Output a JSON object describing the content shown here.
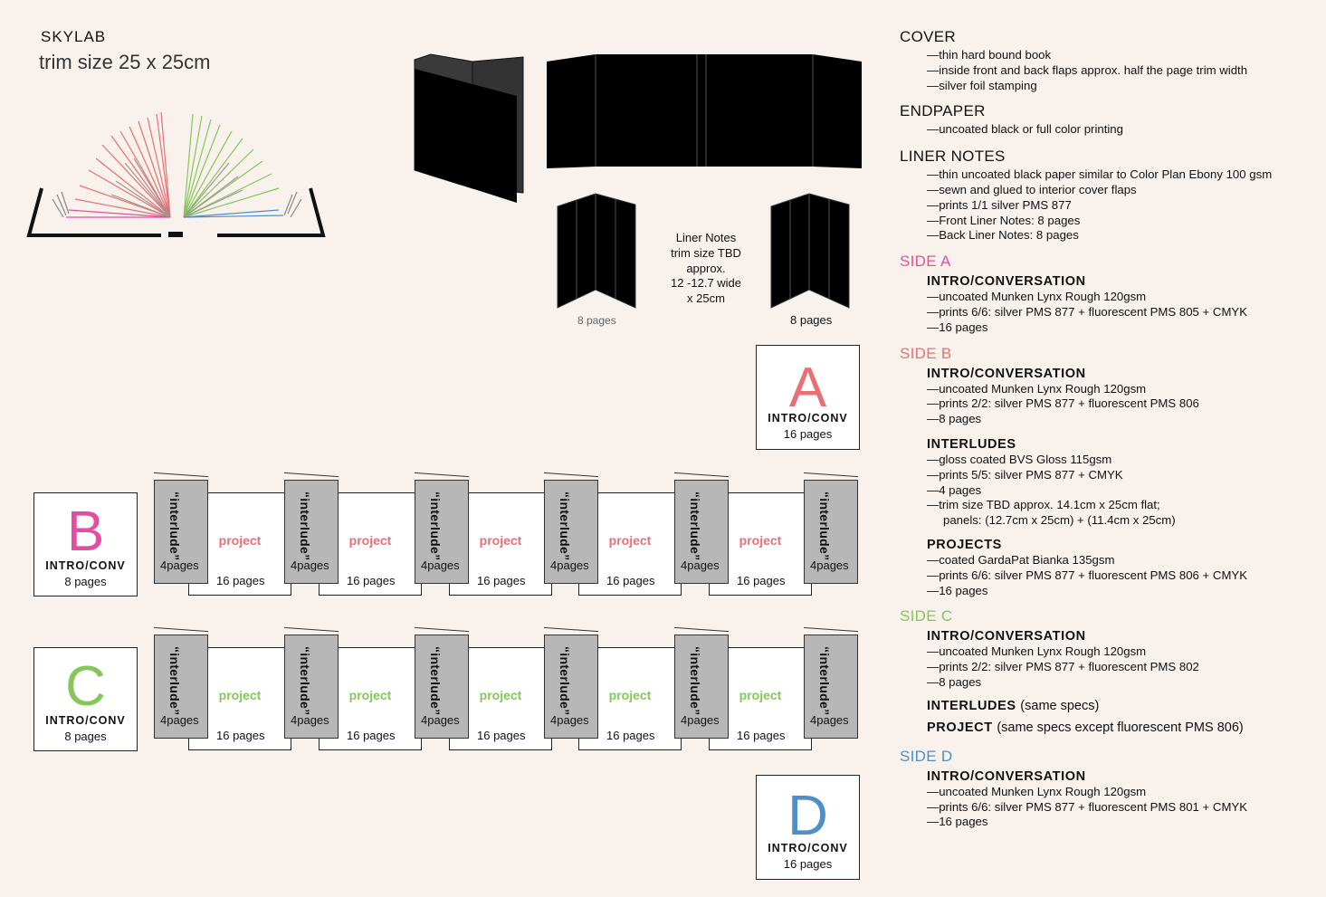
{
  "header": {
    "title": "SKYLAB",
    "subtitle": "trim size 25 x 25cm"
  },
  "colors": {
    "side_a": "#e54e9e",
    "side_b": "#e86f72",
    "side_c": "#86c65a",
    "side_d": "#4f8fc7",
    "interlude_gray": "#b7b7b7"
  },
  "liner": {
    "left_pages": "8 pages",
    "right_pages": "8 pages",
    "note_lines": [
      "Liner Notes",
      "trim size TBD",
      "approx.",
      "12 -12.7 wide",
      "x 25cm"
    ]
  },
  "side_a_box": {
    "letter": "A",
    "label": "INTRO/CONV",
    "pages": "16 pages"
  },
  "side_b_box": {
    "letter": "B",
    "label": "INTRO/CONV",
    "pages": "8 pages"
  },
  "side_c_box": {
    "letter": "C",
    "label": "INTRO/CONV",
    "pages": "8 pages"
  },
  "side_d_box": {
    "letter": "D",
    "label": "INTRO/CONV",
    "pages": "16 pages"
  },
  "interlude": {
    "label": "“interlude”",
    "pages": "4pages"
  },
  "project": {
    "label": "project",
    "pages": "16 pages"
  },
  "specs": {
    "cover": {
      "heading": "COVER",
      "items": [
        "thin hard bound book",
        "inside front and back flaps approx. half the page trim width",
        "silver foil stamping"
      ]
    },
    "endpaper": {
      "heading": "ENDPAPER",
      "items": [
        "uncoated black or full color printing"
      ]
    },
    "liner_notes": {
      "heading": "LINER NOTES",
      "items": [
        "thin uncoated black paper similar to Color Plan Ebony 100 gsm",
        "sewn and glued to interior cover flaps",
        "prints 1/1 silver PMS 877",
        "Front Liner Notes: 8 pages",
        "Back Liner Notes: 8 pages"
      ]
    },
    "side_a": {
      "heading": "SIDE A",
      "sub": "INTRO/CONVERSATION",
      "items": [
        "uncoated Munken Lynx Rough 120gsm",
        "prints 6/6: silver PMS 877 + fluorescent PMS 805 + CMYK",
        "16 pages"
      ]
    },
    "side_b": {
      "heading": "SIDE B",
      "sub": "INTRO/CONVERSATION",
      "items": [
        "uncoated Munken Lynx Rough 120gsm",
        "prints 2/2: silver PMS 877 + fluorescent PMS 806",
        "8 pages"
      ],
      "interludes_sub": "INTERLUDES",
      "interludes_items": [
        "gloss coated BVS Gloss 115gsm",
        "prints 5/5: silver PMS 877 + CMYK",
        "4 pages",
        "trim size TBD approx. 14.1cm x 25cm flat;"
      ],
      "interludes_cont": "panels: (12.7cm x 25cm) + (11.4cm x 25cm)",
      "projects_sub": "PROJECTS",
      "projects_items": [
        "coated GardaPat Bianka 135gsm",
        "prints 6/6: silver PMS 877 + fluorescent PMS 806 + CMYK",
        "16 pages"
      ]
    },
    "side_c": {
      "heading": "SIDE C",
      "sub": "INTRO/CONVERSATION",
      "items": [
        "uncoated Munken Lynx Rough 120gsm",
        "prints 2/2: silver PMS 877 + fluorescent PMS 802",
        "8 pages"
      ],
      "interludes_sub": "INTERLUDES",
      "interludes_note": "(same specs)",
      "project_sub": "PROJECT",
      "project_note": "(same specs except fluorescent PMS 806)"
    },
    "side_d": {
      "heading": "SIDE D",
      "sub": "INTRO/CONVERSATION",
      "items": [
        "uncoated Munken Lynx Rough 120gsm",
        "prints 6/6: silver PMS 877 + fluorescent PMS 801 + CMYK",
        "16 pages"
      ]
    }
  }
}
